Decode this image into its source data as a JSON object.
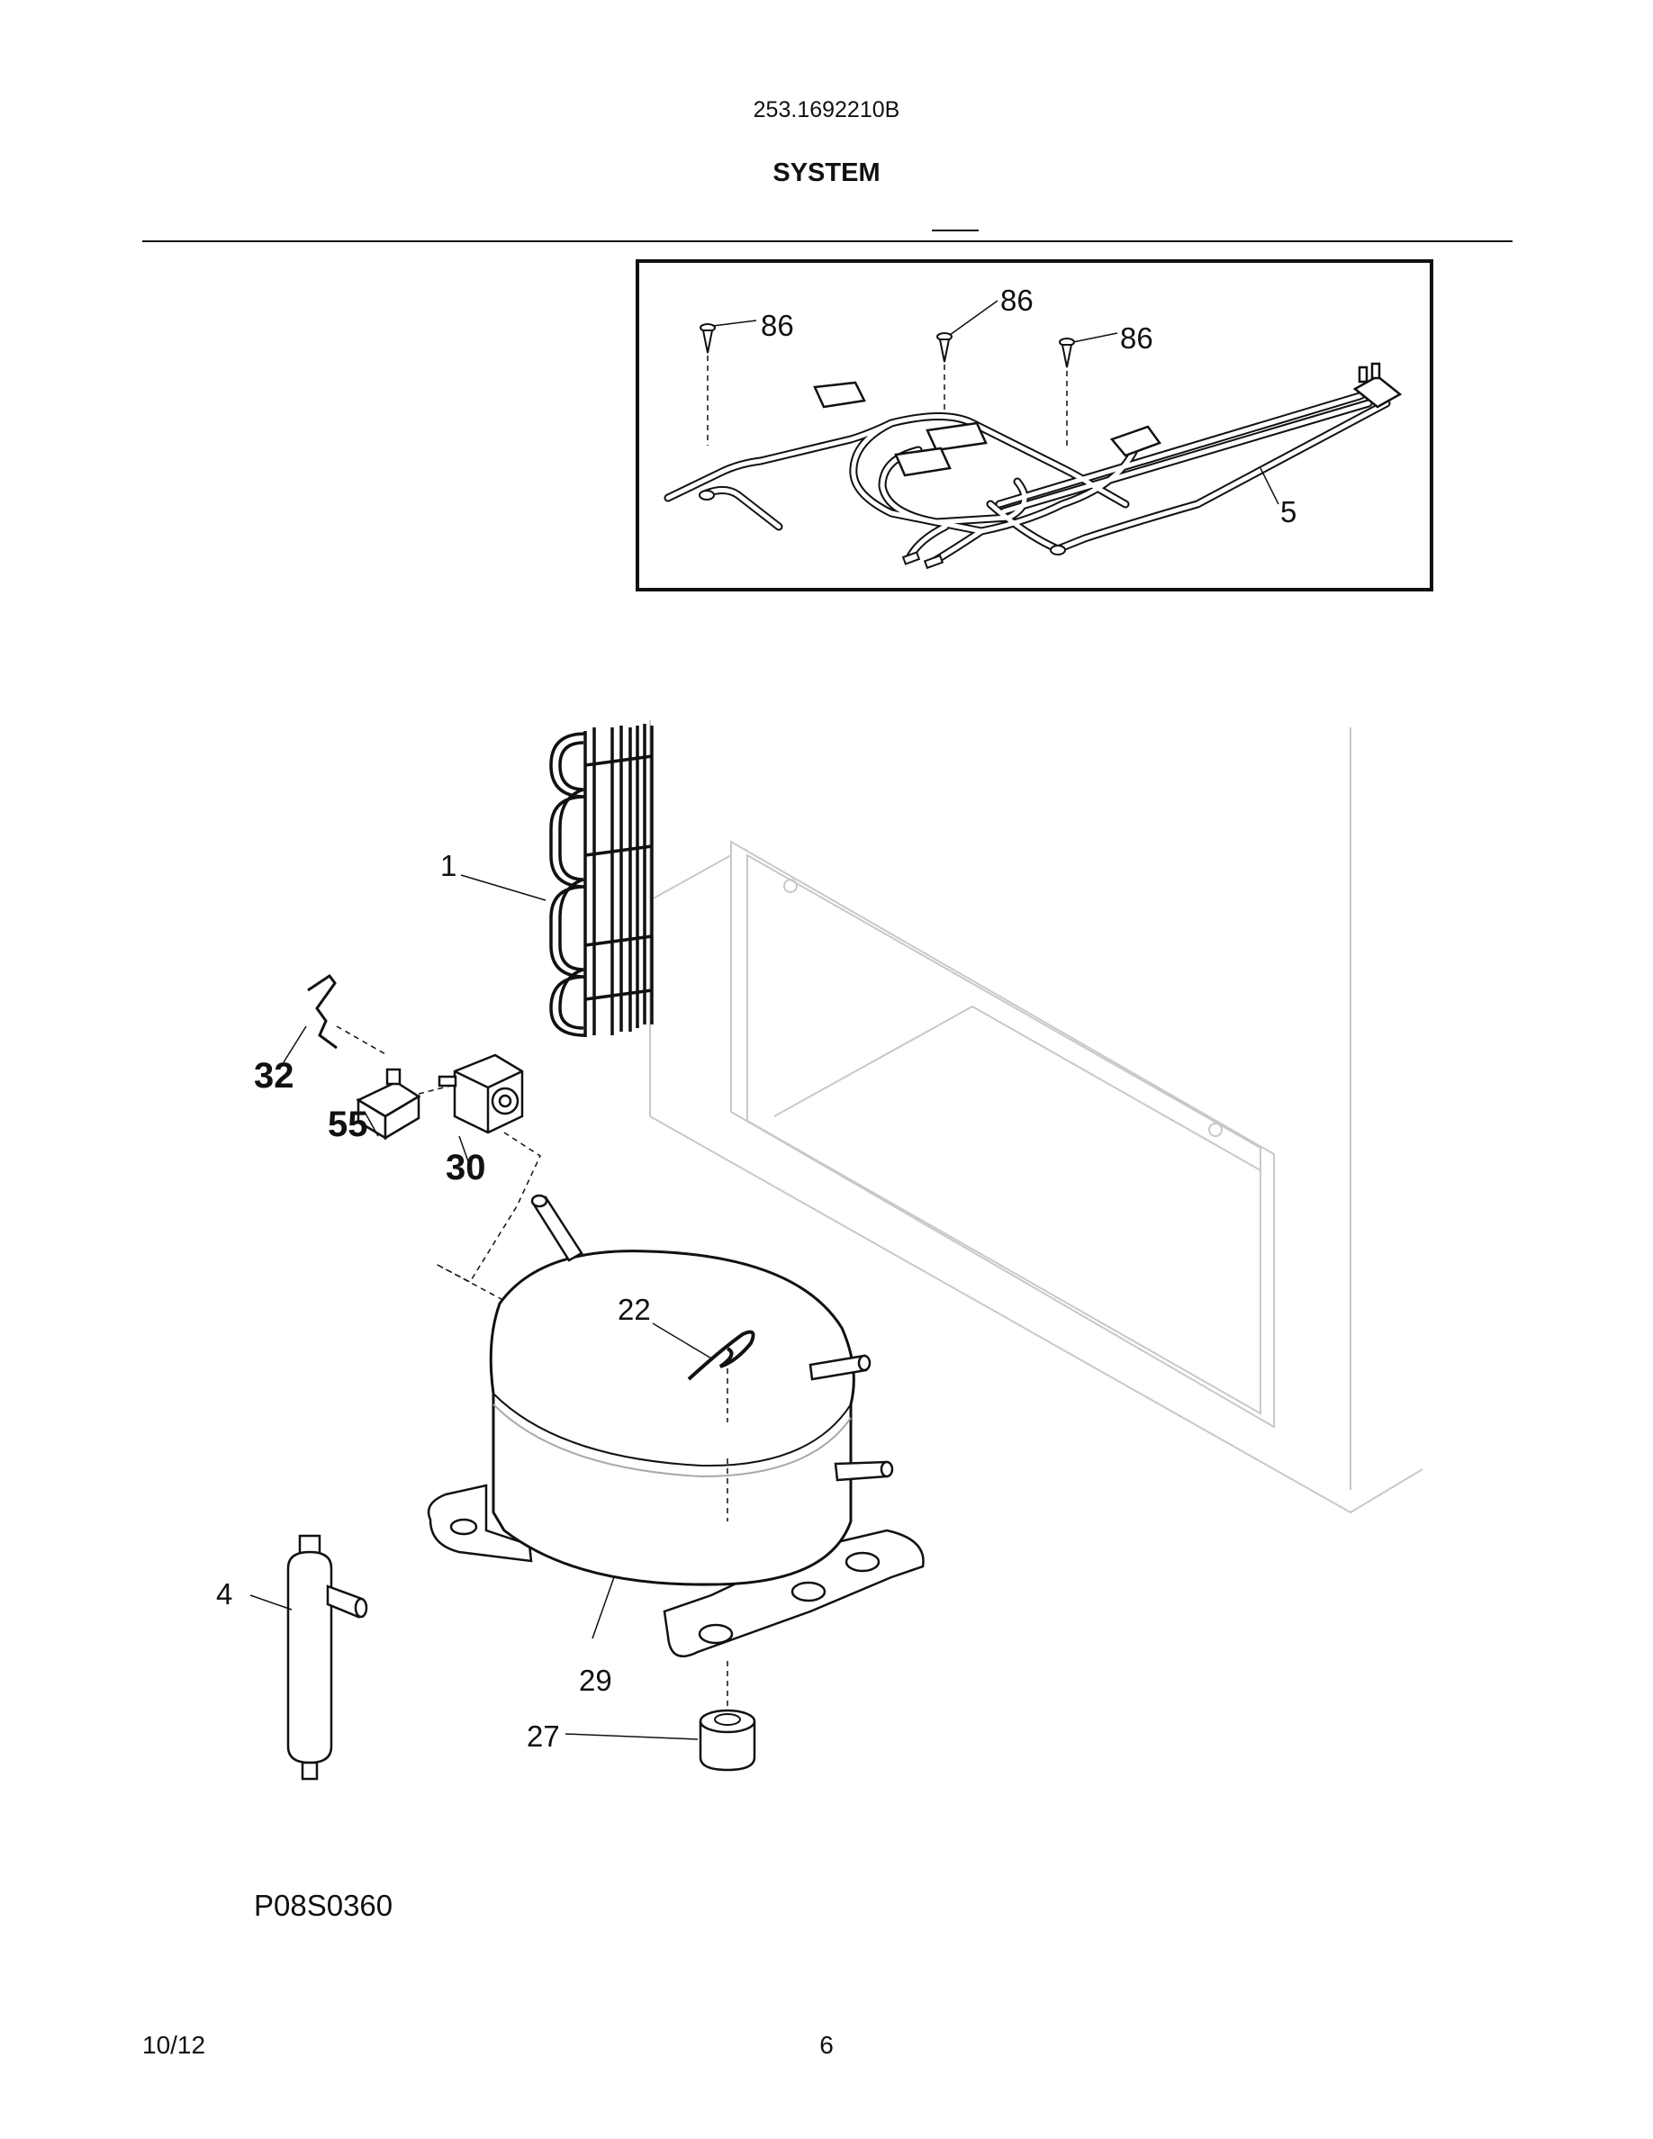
{
  "header": {
    "model_number": "253.1692210B",
    "section_title": "SYSTEM"
  },
  "callouts": {
    "screw_a": "86",
    "screw_b": "86",
    "screw_c": "86",
    "harness": "5",
    "condenser": "1",
    "clip": "32",
    "overload": "55",
    "relay": "30",
    "wire_clip": "22",
    "drier": "4",
    "compressor": "29",
    "grommet": "27"
  },
  "figure_code": "P08S0360",
  "footer": {
    "date": "10/12",
    "page_number": "6"
  }
}
